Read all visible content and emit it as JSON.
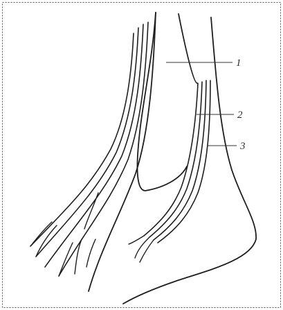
{
  "labels": {
    "one": "1",
    "two": "2",
    "three": "3"
  },
  "colors": {
    "ink": "#1e1e1e",
    "paper": "#ffffff"
  }
}
